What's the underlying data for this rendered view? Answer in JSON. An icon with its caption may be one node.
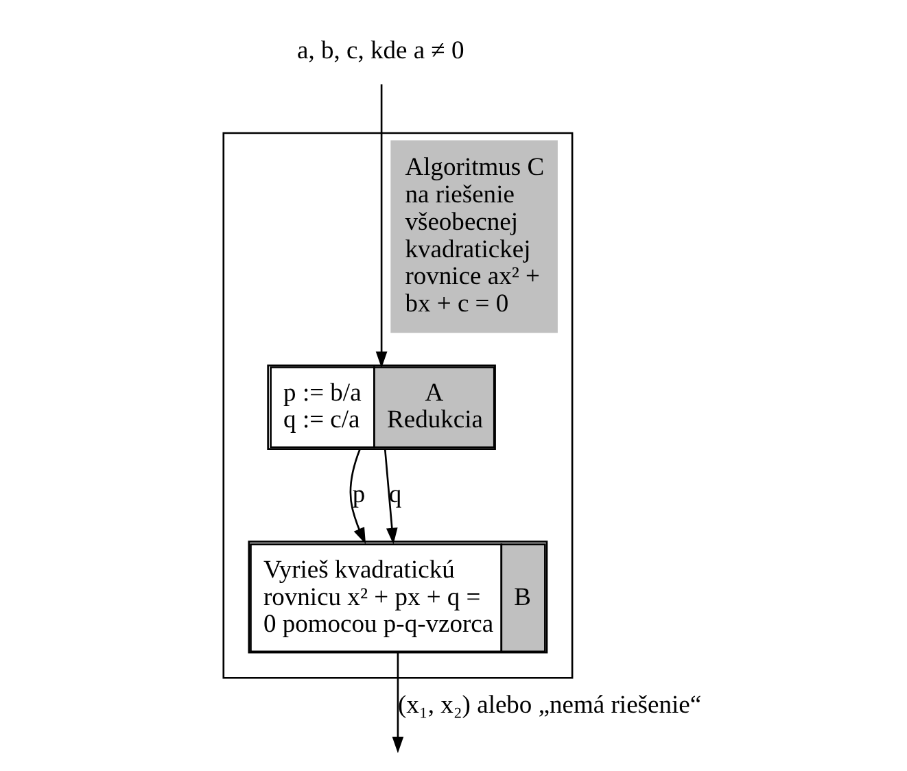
{
  "diagram": {
    "nodes": [
      {
        "text": [
          "Algoritmus C na riešenie všeobecnej kvadratickej rovnice ax² + bx + c = 0"
        ]
      },
      {
        "text": [
          "p := b/a",
          "q := c/a",
          "A",
          "Redukcia"
        ],
        "in": 0
      },
      {
        "text": [
          "Vyrieš kvadratickú rovnicu x² + px + q = 0 pomocou p-q-vzorca",
          "B"
        ],
        "in": 0
      },
      {
        "text": [
          "a, b, c, kde a ≠ 0"
        ]
      }
    ],
    "edges": [
      {
        "from": 3,
        "to": 1,
        "arrow": "to"
      },
      {
        "from": 1,
        "to": 2,
        "arrow": "to",
        "label": "p"
      },
      {
        "from": 1,
        "to": 2,
        "arrow": "to",
        "label": "q"
      },
      {
        "from": 2,
        "to": null,
        "arrow": "to",
        "label": "(x₁, x₂) alebo „nemá riešenie“"
      }
    ]
  }
}
